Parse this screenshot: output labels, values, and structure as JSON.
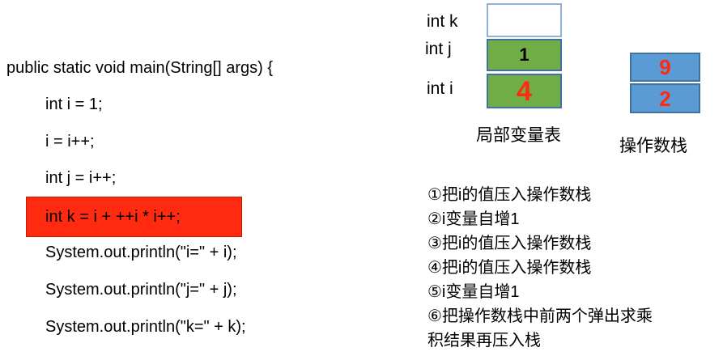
{
  "code": {
    "lines": [
      "public static void main(String[] args) {",
      "int i = 1;",
      "i = i++;",
      "int j = i++;",
      "int k = i + ++i * i++;",
      "System.out.println(\"i=\" + i);",
      "System.out.println(\"j=\" + j);",
      "System.out.println(\"k=\" + k);"
    ],
    "highlight_color": "#ff2a10"
  },
  "local_vars": {
    "caption": "局部变量表",
    "labels": {
      "k": "int  k",
      "j": "int   j",
      "i": "int  i"
    },
    "values": {
      "k": "",
      "j": "1",
      "i": "4"
    },
    "colors": {
      "fill": "#70ad47",
      "j_text": "#000000",
      "i_text": "#ff2a10"
    }
  },
  "operand_stack": {
    "caption": "操作数栈",
    "values": [
      "9",
      "2"
    ],
    "colors": {
      "fill": "#5b9bd5",
      "text": "#ff2a10"
    }
  },
  "steps": [
    "①把i的值压入操作数栈",
    "②i变量自增1",
    "③把i的值压入操作数栈",
    "④把i的值压入操作数栈",
    "⑤i变量自增1",
    "⑥把操作数栈中前两个弹出求乘",
    "积结果再压入栈"
  ]
}
